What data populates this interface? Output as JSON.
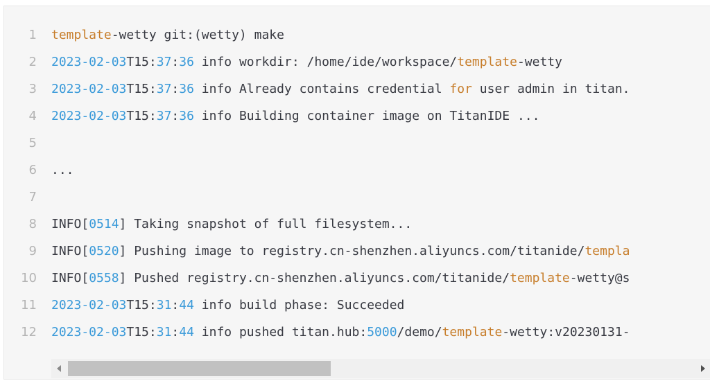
{
  "code": {
    "lines": [
      {
        "num": "1",
        "segments": [
          {
            "t": "template",
            "c": "k"
          },
          {
            "t": "-wetty git:(wetty) make",
            "c": ""
          }
        ]
      },
      {
        "num": "2",
        "segments": [
          {
            "t": "2023-02-03",
            "c": "n"
          },
          {
            "t": "T15:",
            "c": ""
          },
          {
            "t": "37",
            "c": "n"
          },
          {
            "t": ":",
            "c": ""
          },
          {
            "t": "36",
            "c": "n"
          },
          {
            "t": " info workdir: /home/ide/workspace/",
            "c": ""
          },
          {
            "t": "template",
            "c": "k"
          },
          {
            "t": "-wetty",
            "c": ""
          }
        ]
      },
      {
        "num": "3",
        "segments": [
          {
            "t": "2023-02-03",
            "c": "n"
          },
          {
            "t": "T15:",
            "c": ""
          },
          {
            "t": "37",
            "c": "n"
          },
          {
            "t": ":",
            "c": ""
          },
          {
            "t": "36",
            "c": "n"
          },
          {
            "t": " info Already contains credential ",
            "c": ""
          },
          {
            "t": "for",
            "c": "k"
          },
          {
            "t": " user admin in titan.",
            "c": ""
          }
        ]
      },
      {
        "num": "4",
        "segments": [
          {
            "t": "2023-02-03",
            "c": "n"
          },
          {
            "t": "T15:",
            "c": ""
          },
          {
            "t": "37",
            "c": "n"
          },
          {
            "t": ":",
            "c": ""
          },
          {
            "t": "36",
            "c": "n"
          },
          {
            "t": " info Building container image on TitanIDE ...",
            "c": ""
          }
        ]
      },
      {
        "num": "5",
        "segments": []
      },
      {
        "num": "6",
        "segments": [
          {
            "t": "...",
            "c": ""
          }
        ]
      },
      {
        "num": "7",
        "segments": []
      },
      {
        "num": "8",
        "segments": [
          {
            "t": "INFO[",
            "c": ""
          },
          {
            "t": "0514",
            "c": "n"
          },
          {
            "t": "] Taking snapshot of full filesystem...",
            "c": ""
          }
        ]
      },
      {
        "num": "9",
        "segments": [
          {
            "t": "INFO[",
            "c": ""
          },
          {
            "t": "0520",
            "c": "n"
          },
          {
            "t": "] Pushing image to registry.cn-shenzhen.aliyuncs.com/titanide/",
            "c": ""
          },
          {
            "t": "templa",
            "c": "k"
          }
        ]
      },
      {
        "num": "10",
        "segments": [
          {
            "t": "INFO[",
            "c": ""
          },
          {
            "t": "0558",
            "c": "n"
          },
          {
            "t": "] Pushed registry.cn-shenzhen.aliyuncs.com/titanide/",
            "c": ""
          },
          {
            "t": "template",
            "c": "k"
          },
          {
            "t": "-wetty@s",
            "c": ""
          }
        ]
      },
      {
        "num": "11",
        "segments": [
          {
            "t": "2023-02-03",
            "c": "n"
          },
          {
            "t": "T15:",
            "c": ""
          },
          {
            "t": "31",
            "c": "n"
          },
          {
            "t": ":",
            "c": ""
          },
          {
            "t": "44",
            "c": "n"
          },
          {
            "t": " info build phase: Succeeded",
            "c": ""
          }
        ]
      },
      {
        "num": "12",
        "segments": [
          {
            "t": "2023-02-03",
            "c": "n"
          },
          {
            "t": "T15:",
            "c": ""
          },
          {
            "t": "31",
            "c": "n"
          },
          {
            "t": ":",
            "c": ""
          },
          {
            "t": "44",
            "c": "n"
          },
          {
            "t": " info pushed titan.hub:",
            "c": ""
          },
          {
            "t": "5000",
            "c": "n"
          },
          {
            "t": "/demo/",
            "c": ""
          },
          {
            "t": "template",
            "c": "k"
          },
          {
            "t": "-wetty:v20230131-",
            "c": ""
          }
        ]
      }
    ]
  },
  "scrollbar": {
    "position_fraction": 0.0,
    "visible_fraction": 0.42
  },
  "icons": {
    "scroll_left": "chevron-left-icon",
    "scroll_right": "chevron-right-icon"
  },
  "colors": {
    "keyword": "#c77d2a",
    "number": "#3a9ad9",
    "text": "#383a42",
    "line_number": "#b4b4b4",
    "background": "#f6f6f6"
  }
}
